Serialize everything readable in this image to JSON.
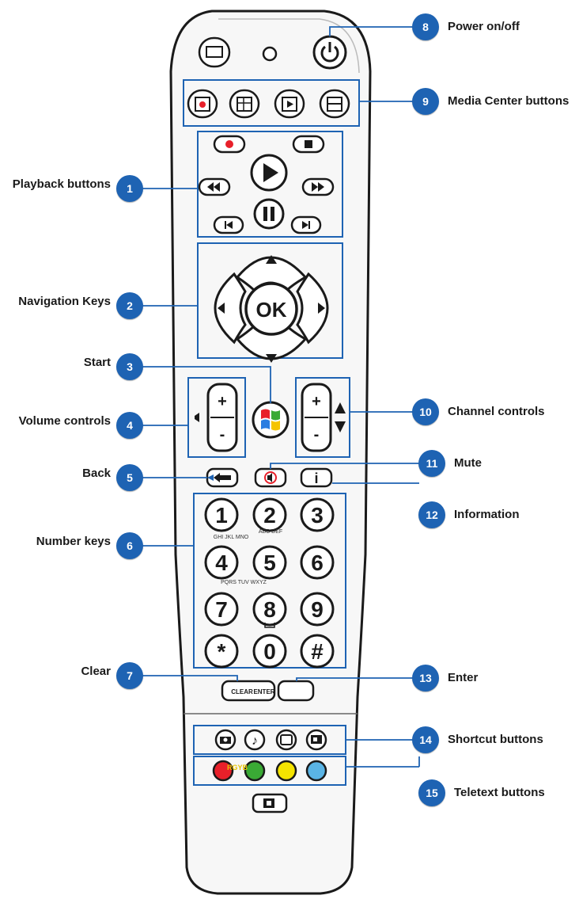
{
  "labels_left": [
    {
      "num": "1",
      "text": "Playback buttons"
    },
    {
      "num": "2",
      "text": "Navigation Keys"
    },
    {
      "num": "3",
      "text": "Start"
    },
    {
      "num": "4",
      "text": "Volume controls"
    },
    {
      "num": "5",
      "text": "Back"
    },
    {
      "num": "6",
      "text": "Number keys"
    },
    {
      "num": "7",
      "text": "Clear"
    }
  ],
  "labels_right": [
    {
      "num": "8",
      "text": "Power on/off"
    },
    {
      "num": "9",
      "text": "Media Center buttons"
    },
    {
      "num": "10",
      "text": "Channel controls"
    },
    {
      "num": "11",
      "text": "Mute"
    },
    {
      "num": "12",
      "text": "Information"
    },
    {
      "num": "13",
      "text": "Enter"
    },
    {
      "num": "14",
      "text": "Shortcut buttons"
    },
    {
      "num": "15",
      "text": "Teletext buttons"
    }
  ],
  "keys": {
    "ok": "OK",
    "plus": "+",
    "minus": "-",
    "info": "i",
    "clear": "CLEAR",
    "enter": "ENTER",
    "digits": [
      "1",
      "2",
      "3",
      "4",
      "5",
      "6",
      "7",
      "8",
      "9",
      "*",
      "0",
      "#"
    ],
    "letters": [
      "ABC DEF",
      "GHI JKL MNO",
      "PQRS TUV WXYZ"
    ]
  },
  "colors": {
    "callout": "#1e63b3",
    "teletext": [
      "#e8202a",
      "#3aaa35",
      "#f5e400",
      "#5ab4e5"
    ]
  }
}
